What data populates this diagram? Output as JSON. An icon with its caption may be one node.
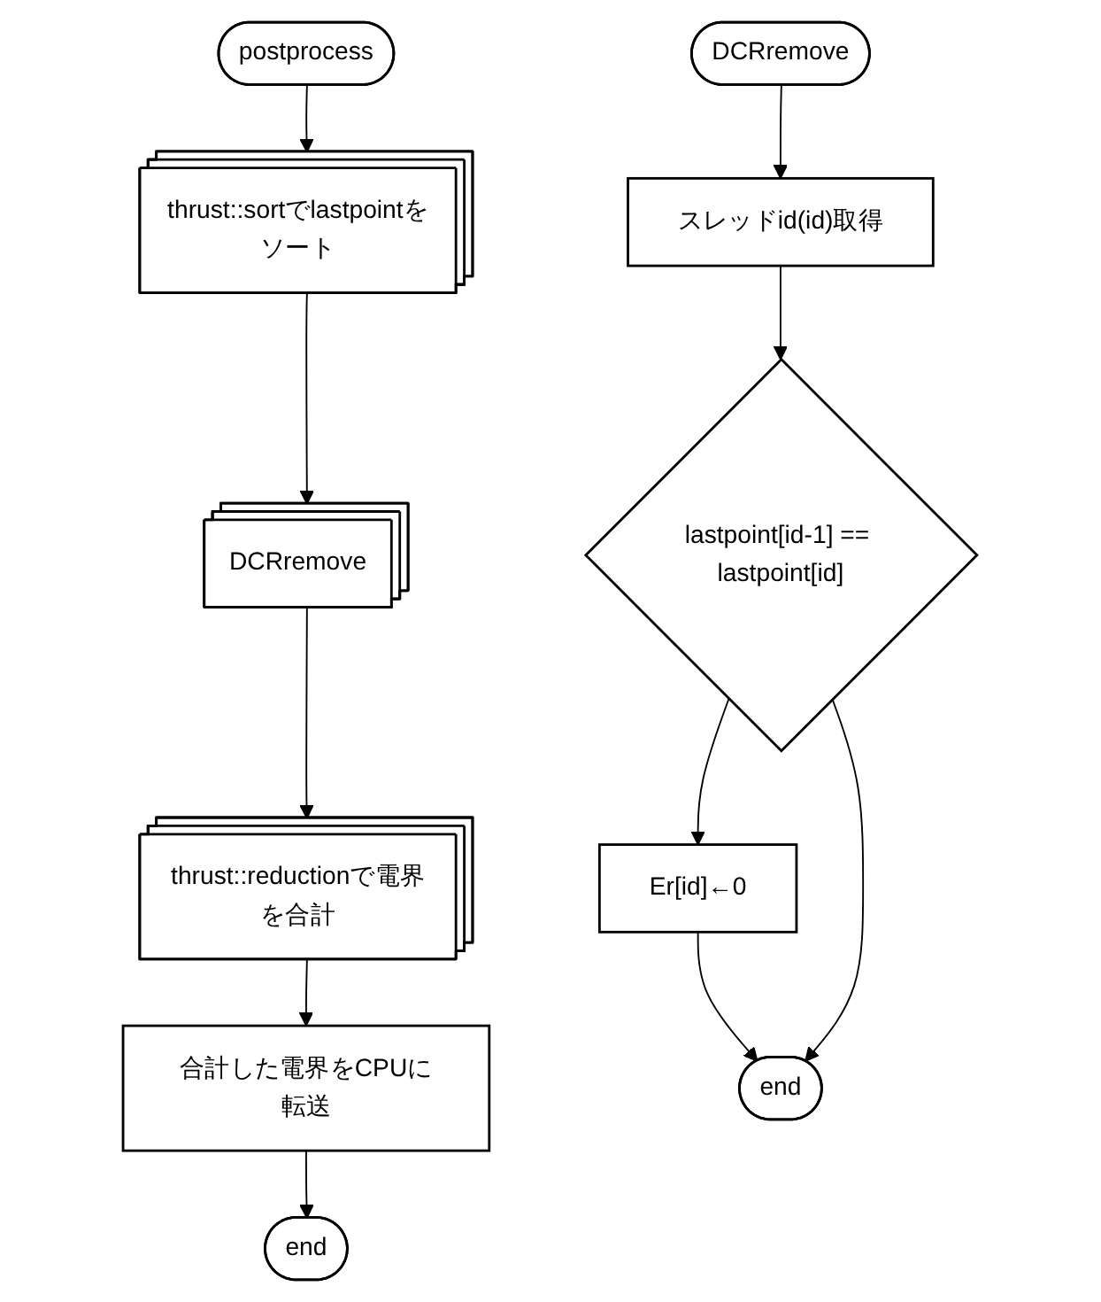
{
  "diagram": {
    "nodes": [
      {
        "text": [
          "postprocess"
        ]
      },
      {
        "text": [
          "thrust::sortでlastpointをソート"
        ]
      },
      {
        "text": [
          "DCRremove"
        ]
      },
      {
        "text": [
          "thrust::reductionで電界を合計"
        ]
      },
      {
        "text": [
          "合計した電界をCPUに転送"
        ]
      },
      {
        "text": [
          "end"
        ]
      },
      {
        "text": [
          "DCRremove"
        ]
      },
      {
        "text": [
          "スレッドid(id)取得"
        ]
      },
      {
        "text": [
          "lastpoint[id-1] == lastpoint[id]"
        ]
      },
      {
        "text": [
          "Er[id]←0"
        ]
      },
      {
        "text": [
          "end"
        ]
      }
    ],
    "edges": [
      {
        "from": 0,
        "to": 1,
        "arrow": "to"
      },
      {
        "from": 1,
        "to": 2,
        "arrow": "to"
      },
      {
        "from": 2,
        "to": 3,
        "arrow": "to"
      },
      {
        "from": 3,
        "to": 4,
        "arrow": "to"
      },
      {
        "from": 4,
        "to": 5,
        "arrow": "to"
      },
      {
        "from": 6,
        "to": 7,
        "arrow": "to"
      },
      {
        "from": 7,
        "to": 8,
        "arrow": "to"
      },
      {
        "from": 8,
        "to": 9,
        "arrow": "to"
      },
      {
        "from": 9,
        "to": 10,
        "arrow": "to"
      },
      {
        "from": 8,
        "to": 10,
        "arrow": "to"
      }
    ]
  }
}
